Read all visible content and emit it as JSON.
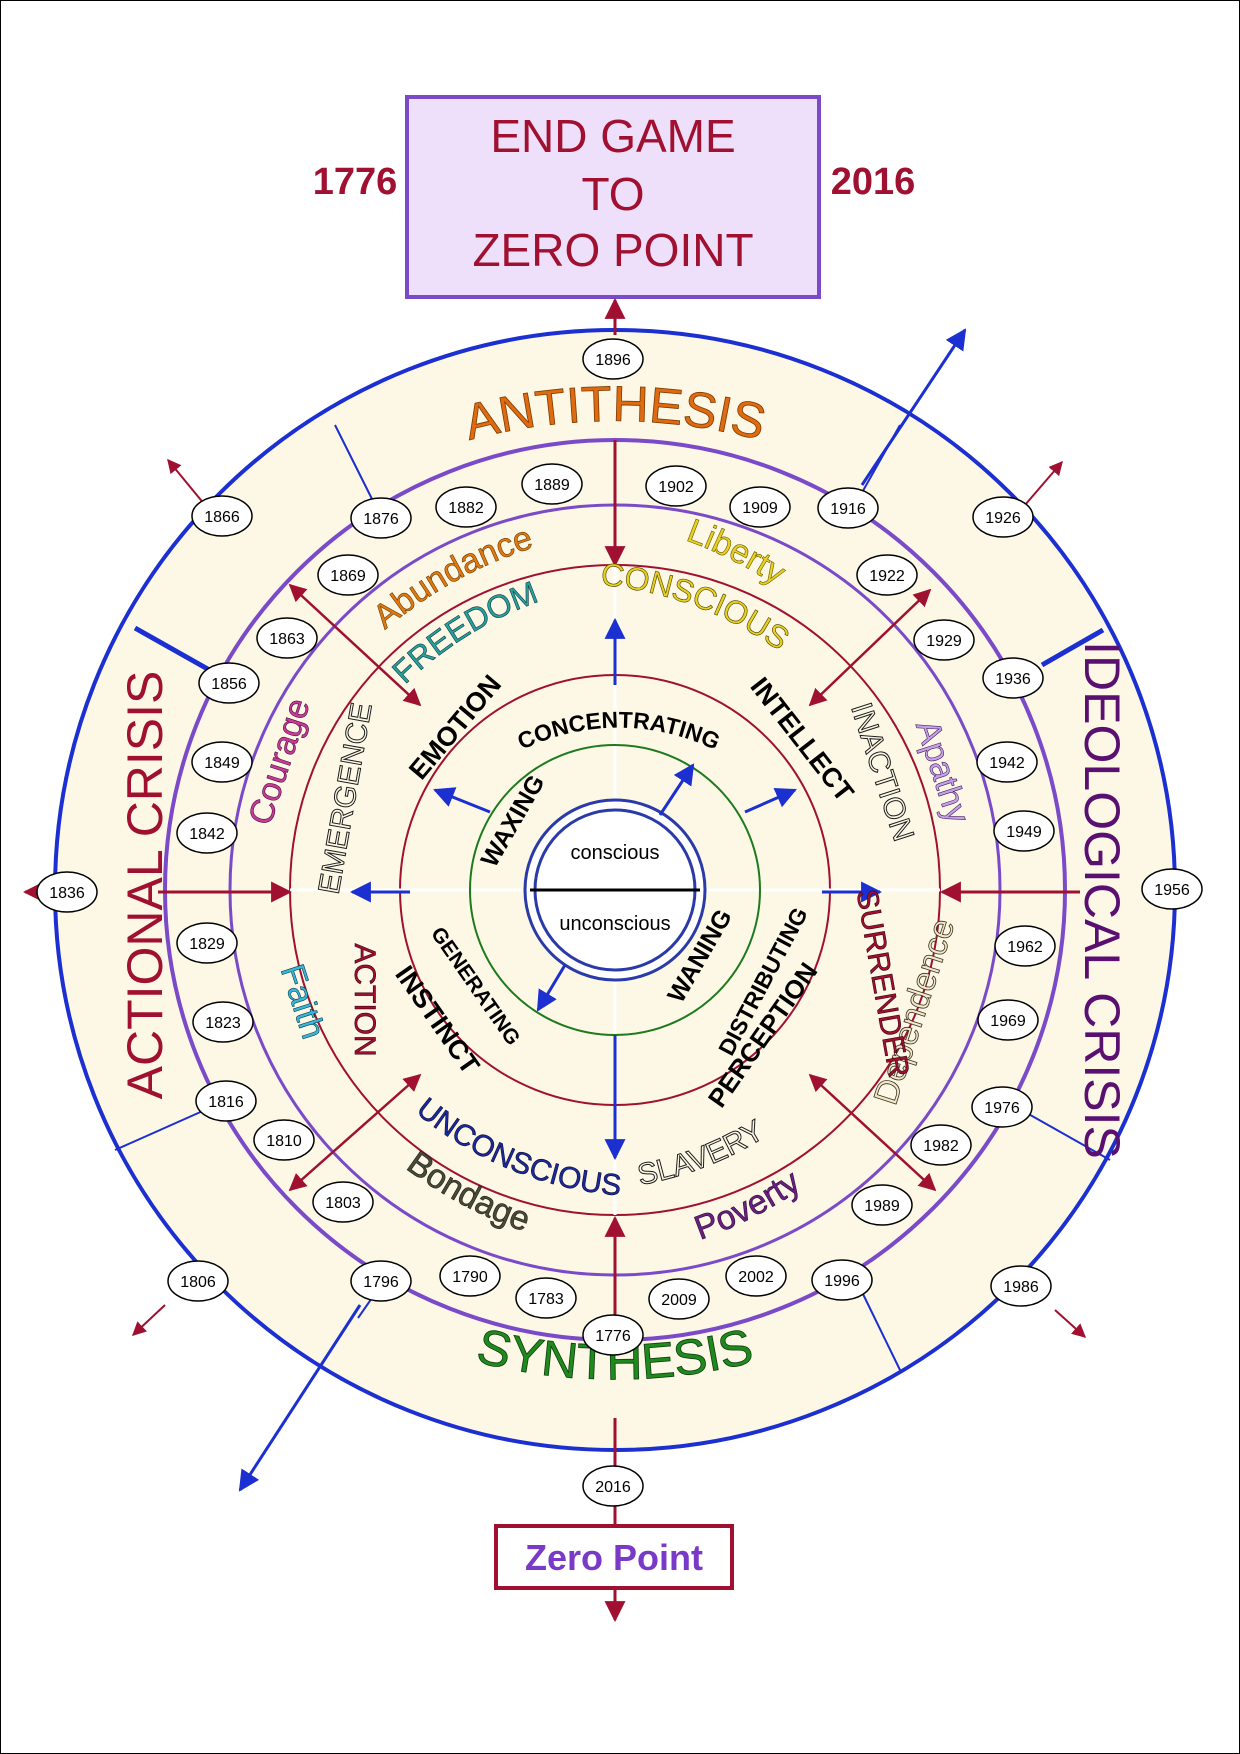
{
  "header": {
    "title_lines": [
      "END GAME",
      "TO",
      "ZERO POINT"
    ],
    "year_left": "1776",
    "year_right": "2016"
  },
  "footer": {
    "label": "Zero Point",
    "year": "2016"
  },
  "colors": {
    "maroon": "#a01030",
    "blue": "#1c2fd0",
    "purple": "#7a4ac8",
    "box_fill": "#eee0fa",
    "ring_fill": "#fdf8e6",
    "green": "#1e7a1e"
  },
  "outer_band": {
    "top": "ANTITHESIS",
    "bottom": "SYNTHESIS",
    "left": "ACTIONAL CRISIS",
    "right": "IDEOLOGICAL CRISIS"
  },
  "qualities": {
    "abundance": "Abundance",
    "liberty": "Liberty",
    "apathy": "Apathy",
    "dependence": "Dependence",
    "poverty": "Poverty",
    "bondage": "Bondage",
    "faith": "Faith",
    "courage": "Courage"
  },
  "states": {
    "freedom": "FREEDOM",
    "conscious": "CONSCIOUS",
    "inaction": "INACTION",
    "surrender": "SURRENDER",
    "slavery": "SLAVERY",
    "unconscious": "UNCONSCIOUS",
    "action": "ACTION",
    "emergence": "EMERGENCE"
  },
  "faculties": {
    "emotion": "EMOTION",
    "intellect": "INTELLECT",
    "perception": "PERCEPTION",
    "instinct": "INSTINCT"
  },
  "phases": {
    "concentrating": "CONCENTRATING",
    "distributing": "DISTRIBUTING",
    "generating": "GENERATING"
  },
  "cycle": {
    "waxing": "WAXING",
    "waning": "WANING"
  },
  "core": {
    "top": "conscious",
    "bottom": "unconscious"
  },
  "years": {
    "y1896": "1896",
    "y1866": "1866",
    "y1876": "1876",
    "y1882": "1882",
    "y1889": "1889",
    "y1902": "1902",
    "y1909": "1909",
    "y1916": "1916",
    "y1926": "1926",
    "y1869": "1869",
    "y1922": "1922",
    "y1863": "1863",
    "y1929": "1929",
    "y1856": "1856",
    "y1936": "1936",
    "y1849": "1849",
    "y1942": "1942",
    "y1842": "1842",
    "y1949": "1949",
    "y1836": "1836",
    "y1956": "1956",
    "y1829": "1829",
    "y1962": "1962",
    "y1823": "1823",
    "y1969": "1969",
    "y1816": "1816",
    "y1976": "1976",
    "y1810": "1810",
    "y1982": "1982",
    "y1803": "1803",
    "y1989": "1989",
    "y1806": "1806",
    "y1796": "1796",
    "y1790": "1790",
    "y1783": "1783",
    "y1776": "1776",
    "y2009": "2009",
    "y2002": "2002",
    "y1996": "1996",
    "y1986": "1986"
  }
}
